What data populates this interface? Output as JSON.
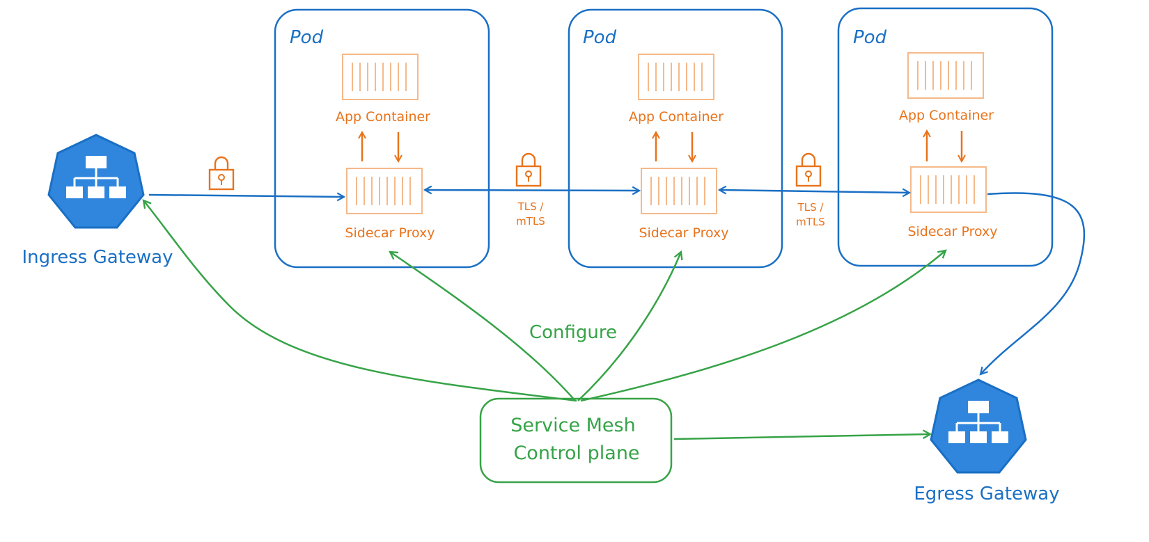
{
  "colors": {
    "blue": "#1a6fc4",
    "orange": "#e8731c",
    "orange_light": "#f5b98a",
    "green": "#36a347",
    "gateway_fill": "#2f86dc"
  },
  "pods": [
    {
      "title": "Pod",
      "app_label": "App Container",
      "proxy_label": "Sidecar Proxy"
    },
    {
      "title": "Pod",
      "app_label": "App Container",
      "proxy_label": "Sidecar Proxy"
    },
    {
      "title": "Pod",
      "app_label": "App Container",
      "proxy_label": "Sidecar Proxy"
    }
  ],
  "links": [
    {
      "line1": "TLS /",
      "line2": "mTLS"
    },
    {
      "line1": "TLS /",
      "line2": "mTLS"
    }
  ],
  "ingress": {
    "label": "Ingress Gateway",
    "icon": "network-hierarchy-icon"
  },
  "egress": {
    "label": "Egress Gateway",
    "icon": "network-hierarchy-icon"
  },
  "control_plane": {
    "line1": "Service Mesh",
    "line2": "Control plane"
  },
  "configure_label": "Configure",
  "lock_icon": "lock-icon"
}
